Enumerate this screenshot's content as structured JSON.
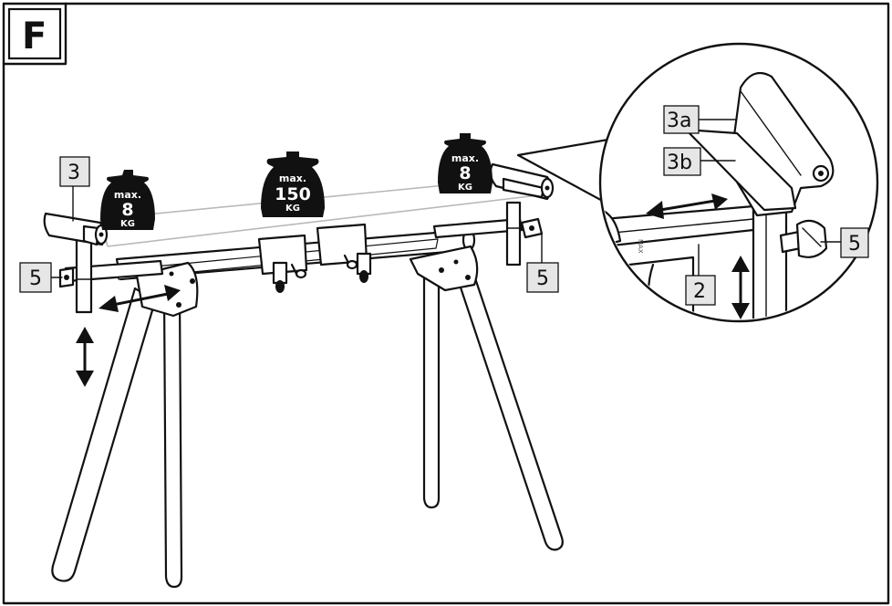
{
  "panel": {
    "letter": "F"
  },
  "weights": [
    {
      "id": "left",
      "line1": "max.",
      "line2": "8",
      "line3": "KG"
    },
    {
      "id": "center",
      "line1": "max.",
      "line2": "150",
      "line3": "KG"
    },
    {
      "id": "right",
      "line1": "max.",
      "line2": "8",
      "line3": "KG"
    }
  ],
  "callouts": {
    "support_left": "3",
    "knob_left": "5",
    "knob_right": "5",
    "detail_roller_top": "3a",
    "detail_roller_plate": "3b",
    "detail_knob": "5",
    "detail_extension": "2"
  },
  "detail": {
    "bar_marking": "MAX"
  }
}
